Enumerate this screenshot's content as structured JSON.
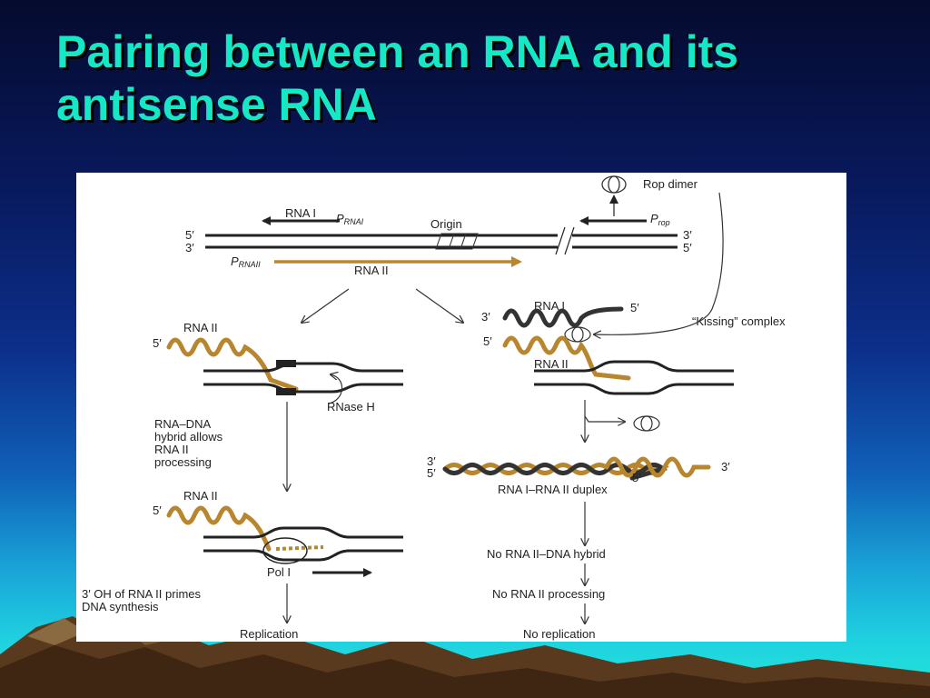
{
  "slide": {
    "title": "Pairing between an RNA and its antisense RNA"
  },
  "diagram": {
    "rop_dimer": "Rop dimer",
    "rna_i": "RNA I",
    "p_rnai": "P",
    "p_rnai_sub": "RNAI",
    "origin": "Origin",
    "p_rop": "P",
    "p_rop_sub": "rop",
    "p_rnaii": "P",
    "p_rnaii_sub": "RNAII",
    "rna_ii": "RNA II",
    "five_prime": "5′",
    "three_prime": "3′",
    "kissing_complex": "“Kissing” complex",
    "rnase_h": "RNase H",
    "hybrid_line1": "RNA–DNA",
    "hybrid_line2": "hybrid allows",
    "hybrid_line3": "RNA II",
    "hybrid_line4": "processing",
    "pol_i": "Pol I",
    "primes_line1": "3′ OH of RNA II primes",
    "primes_line2": "DNA synthesis",
    "replication": "Replication",
    "duplex": "RNA I–RNA II duplex",
    "no_hybrid": "No RNA II–DNA hybrid",
    "no_processing": "No RNA II processing",
    "no_replication": "No replication"
  },
  "colors": {
    "title": "#16e7c4",
    "rna_ii_strand": "#b8862e",
    "dna_strand": "#222222"
  }
}
